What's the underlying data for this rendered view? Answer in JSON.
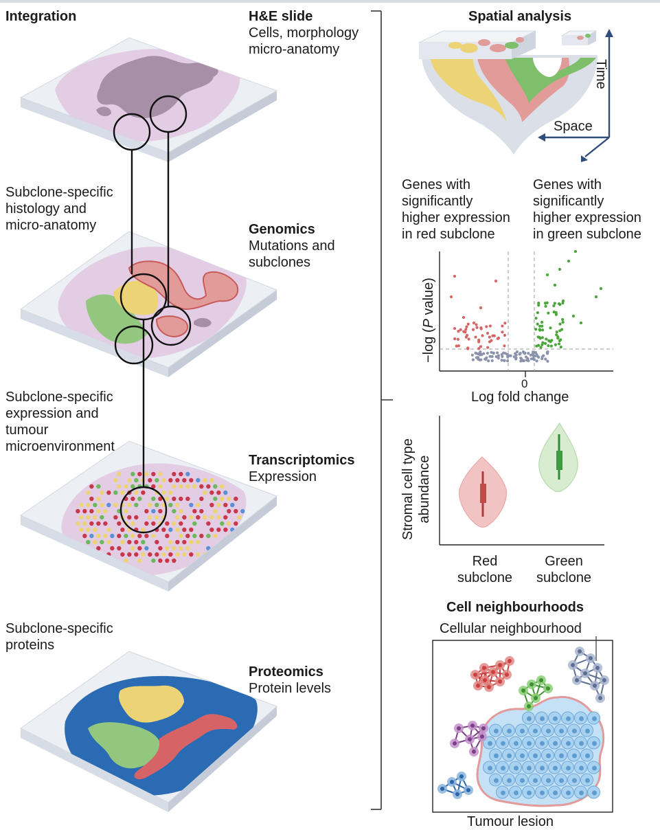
{
  "left": {
    "title": "Integration",
    "desc_histology": [
      "Subclone-specific",
      "histology and",
      "micro-anatomy"
    ],
    "desc_expression": [
      "Subclone-specific",
      "expression and",
      "tumour",
      "microenvironment"
    ],
    "desc_proteins": [
      "Subclone-specific",
      "proteins"
    ]
  },
  "layers": [
    {
      "title": "H&E slide",
      "lines": [
        "Cells, morphology",
        "micro-anatomy"
      ]
    },
    {
      "title": "Genomics",
      "lines": [
        "Mutations and",
        "subclones"
      ]
    },
    {
      "title": "Transcriptomics",
      "lines": [
        "Expression"
      ]
    },
    {
      "title": "Proteomics",
      "lines": [
        "Protein levels"
      ]
    }
  ],
  "spatial": {
    "title": "Spatial analysis",
    "time_axis": "Time",
    "space_axis": "Space"
  },
  "volcano": {
    "red_caption": [
      "Genes with",
      "significantly",
      "higher expression",
      "in red subclone"
    ],
    "green_caption": [
      "Genes with",
      "significantly",
      "higher expression",
      "in green subclone"
    ],
    "ylabel_prefix": "−log (",
    "ylabel_italic": "P",
    "ylabel_suffix": " value)",
    "zero_tick": "0",
    "xlabel": "Log fold change"
  },
  "violin": {
    "ylabel": [
      "Stromal cell type",
      "abundance"
    ],
    "categories": [
      [
        "Red",
        "subclone"
      ],
      [
        "Green",
        "subclone"
      ]
    ]
  },
  "neighbourhoods": {
    "title": "Cell neighbourhoods",
    "callout": "Cellular neighbourhood",
    "lesion": "Tumour lesion"
  },
  "colors": {
    "red": "#d66466",
    "green": "#6db85c",
    "yellow": "#ecd376",
    "blue": "#2a6bb3",
    "purple": "#a05aa8",
    "grey": "#8a93ab",
    "tissue_lilac": "#e2cde4",
    "slide": "#eceff3"
  }
}
